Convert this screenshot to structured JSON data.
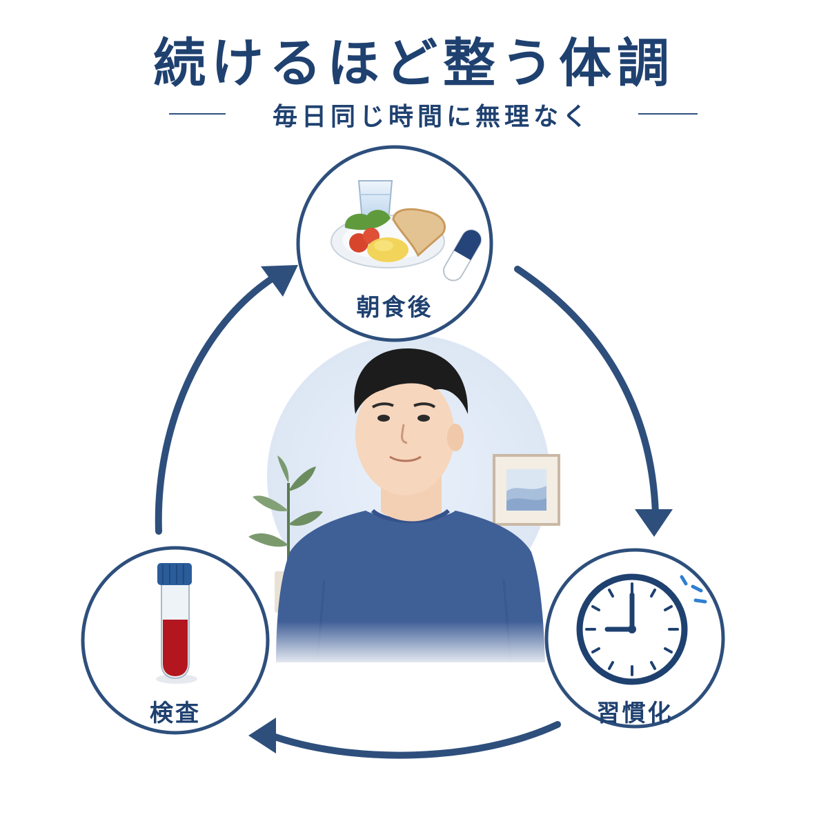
{
  "header": {
    "title": "続けるほど整う体調",
    "subtitle": "毎日同じ時間に無理なく"
  },
  "cycle": {
    "steps": [
      {
        "label": "朝食後",
        "icon": "breakfast-with-capsule-icon"
      },
      {
        "label": "習慣化",
        "icon": "clock-icon"
      },
      {
        "label": "検査",
        "icon": "blood-test-tube-icon"
      }
    ],
    "center_figure": "smiling-man-illustration"
  },
  "colors": {
    "navy": "#1f4170",
    "ring": "#2e4f7c",
    "shirt": "#3f5f97",
    "light_bg": "#e6eef8",
    "blood": "#b3161f"
  }
}
